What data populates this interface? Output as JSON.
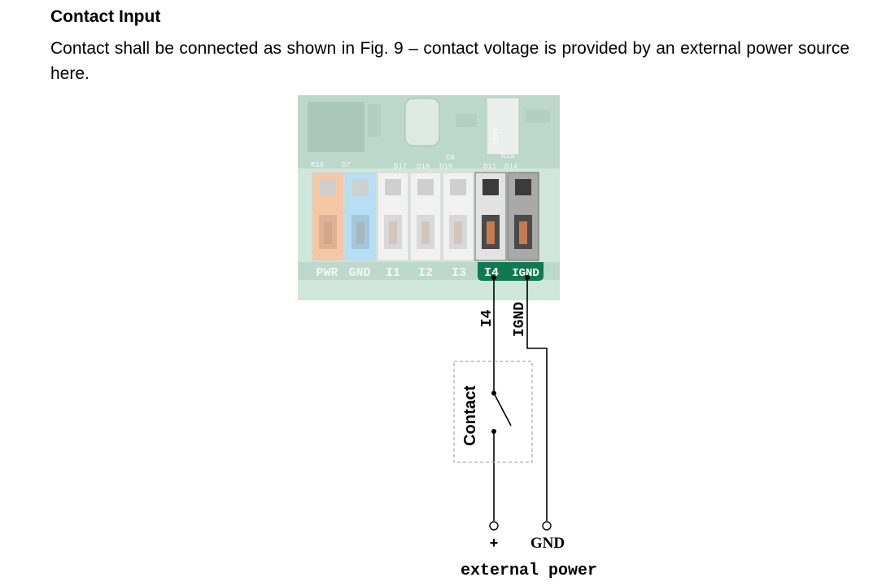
{
  "section": {
    "heading": "Contact Input",
    "paragraph": "Contact shall be connected as shown in Fig. 9 – contact voltage is provided by an external power source here."
  },
  "board": {
    "terminal_labels": [
      "PWR",
      "GND",
      "I1",
      "I2",
      "I3",
      "I4",
      "IGND"
    ],
    "terminal_colors": [
      "#f6c7a5",
      "#b7dff3",
      "#f1f1f1",
      "#f1f1f1",
      "#f1f1f1",
      "#e2e2e2",
      "#a9a9a9"
    ],
    "pcb_marks": [
      "R16",
      "D7",
      "D17",
      "D18",
      "D19",
      "D11",
      "D14",
      "C6",
      "R18",
      "SERV"
    ]
  },
  "diagram": {
    "wire_label_i4": "I4",
    "wire_label_ignd": "IGND",
    "contact_label": "Contact",
    "plus_label": "+",
    "gnd_label": "GND",
    "source_label": "external power"
  }
}
